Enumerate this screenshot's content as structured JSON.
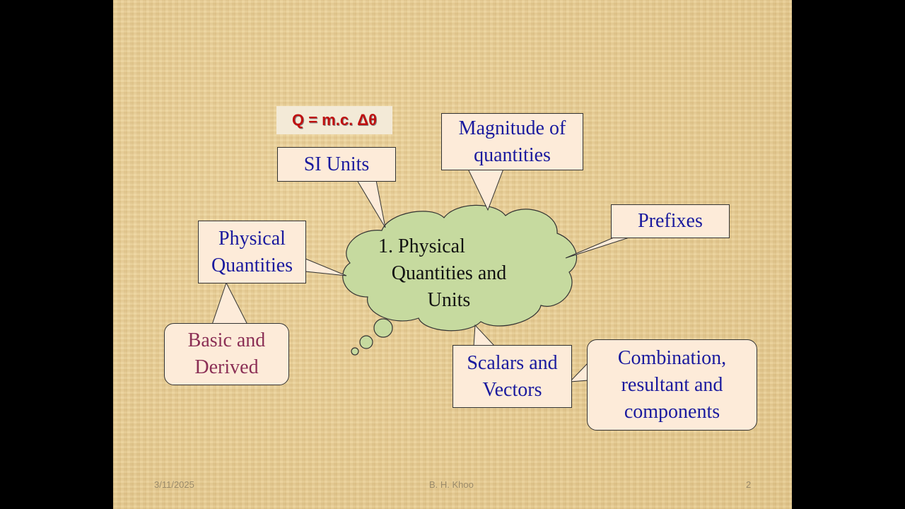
{
  "formula": "Q = m.c. Δθ",
  "center": {
    "line1": "1.  Physical",
    "line2": "Quantities and",
    "line3": "Units"
  },
  "nodes": {
    "si_units": "SI Units",
    "magnitude": "Magnitude of quantities",
    "prefixes": "Prefixes",
    "physical_quantities": "Physical Quantities",
    "basic_derived": "Basic and Derived",
    "scalars_vectors": "Scalars and Vectors",
    "combination": "Combination, resultant and components"
  },
  "footer": {
    "date": "3/11/2025",
    "author": "B. H. Khoo",
    "page": "2"
  },
  "colors": {
    "node_text": "#1a1a9e",
    "basic_text": "#8b2f55",
    "box_fill": "#fdebd9",
    "cloud_fill": "#c6da9f",
    "formula_text": "#c01010"
  }
}
